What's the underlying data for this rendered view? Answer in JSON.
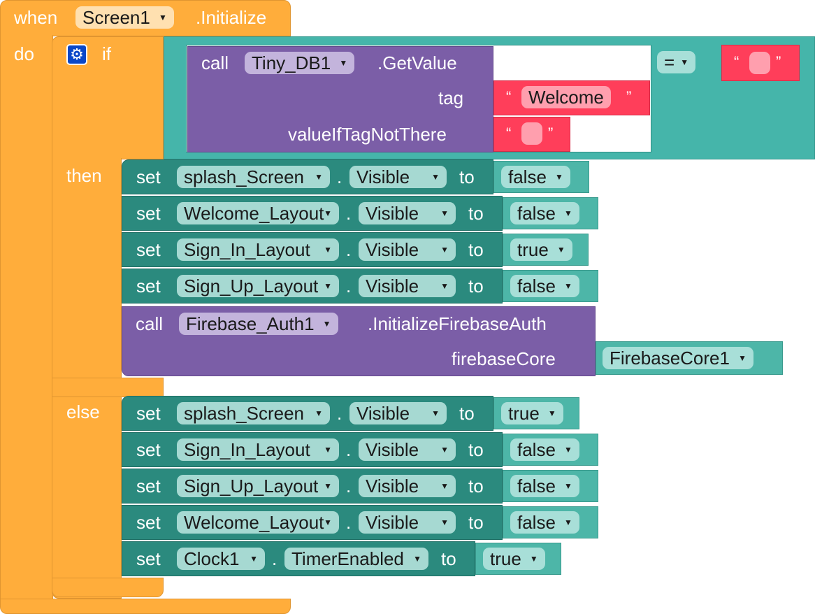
{
  "event": {
    "when_label": "when",
    "component": "Screen1",
    "event_name": ".Initialize",
    "do_label": "do"
  },
  "if_block": {
    "if_label": "if",
    "then_label": "then",
    "else_label": "else",
    "gear_icon": "gear-icon"
  },
  "condition": {
    "call_label": "call",
    "component": "Tiny_DB1",
    "method": ".GetValue",
    "tag_label": "tag",
    "tag_value": "Welcome",
    "default_label": "valueIfTagNotThere",
    "default_value": "",
    "operator": "=",
    "compare_value": ""
  },
  "then_statements": [
    {
      "verb": "set",
      "component": "splash_Screen",
      "property": "Visible",
      "to": "to",
      "value": "false"
    },
    {
      "verb": "set",
      "component": "Welcome_Layout",
      "property": "Visible",
      "to": "to",
      "value": "false"
    },
    {
      "verb": "set",
      "component": "Sign_In_Layout",
      "property": "Visible",
      "to": "to",
      "value": "true"
    },
    {
      "verb": "set",
      "component": "Sign_Up_Layout",
      "property": "Visible",
      "to": "to",
      "value": "false"
    }
  ],
  "firebase_call": {
    "call_label": "call",
    "component": "Firebase_Auth1",
    "method": ".InitializeFirebaseAuth",
    "param_label": "firebaseCore",
    "param_value": "FirebaseCore1"
  },
  "else_statements": [
    {
      "verb": "set",
      "component": "splash_Screen",
      "property": "Visible",
      "to": "to",
      "value": "true"
    },
    {
      "verb": "set",
      "component": "Sign_In_Layout",
      "property": "Visible",
      "to": "to",
      "value": "false"
    },
    {
      "verb": "set",
      "component": "Sign_Up_Layout",
      "property": "Visible",
      "to": "to",
      "value": "false"
    },
    {
      "verb": "set",
      "component": "Welcome_Layout",
      "property": "Visible",
      "to": "to",
      "value": "false"
    },
    {
      "verb": "set",
      "component": "Clock1",
      "property": "TimerEnabled",
      "to": "to",
      "value": "true"
    }
  ],
  "colors": {
    "event": "#ffad3b",
    "setter": "#2b8a7e",
    "value": "#4db6a8",
    "call": "#7b5ea7",
    "text": "#ff3e5a"
  },
  "dropdown_icon": "dropdown-arrow-icon"
}
